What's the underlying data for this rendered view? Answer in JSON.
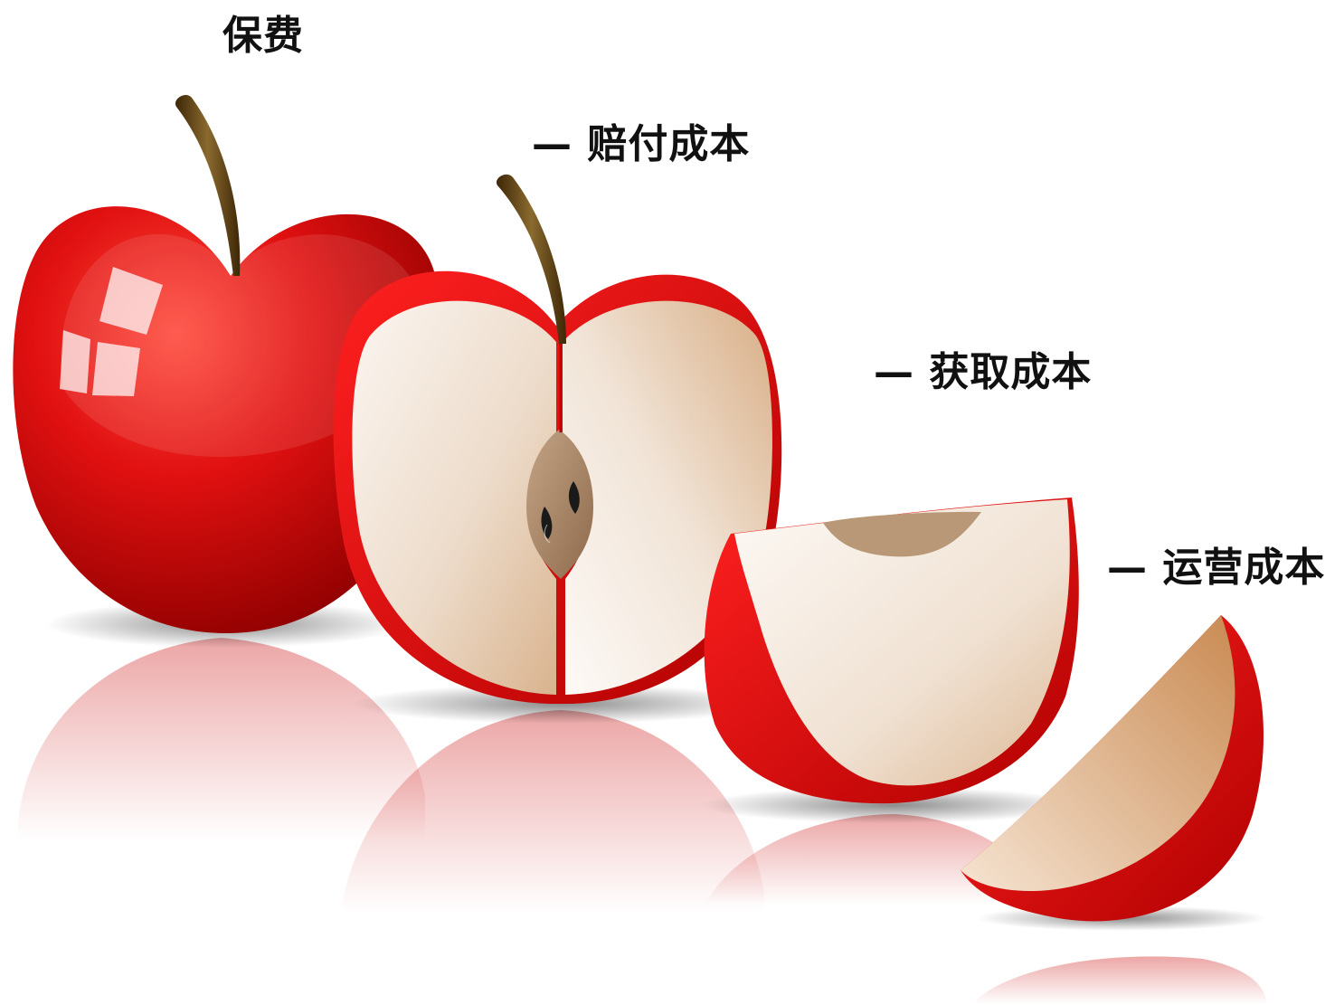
{
  "labels": {
    "premium": "保费",
    "claims": "— 赔付成本",
    "acquisition": "— 获取成本",
    "operations": "— 运营成本"
  },
  "colors": {
    "apple_red": "#e01010",
    "apple_dark": "#9c0000",
    "flesh_light": "#fbf5ef",
    "flesh_tan": "#d8ad84",
    "stem": "#5a3a12",
    "core": "#a88462"
  },
  "icons": [
    "whole-apple-icon",
    "half-apple-icon",
    "quarter-apple-icon",
    "apple-slice-icon"
  ]
}
